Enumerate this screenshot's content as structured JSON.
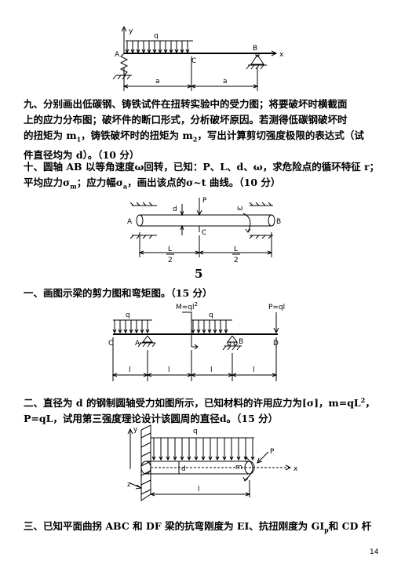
{
  "fig1": {
    "y": "y",
    "q": "q",
    "A": "A",
    "C": "C",
    "B": "B",
    "x": "x",
    "a1": "a",
    "a2": "a"
  },
  "q9": {
    "l1": "九、分别画出低碳钢、铸铁试件在扭转实验中的受力图；将要破坏时横截面",
    "l2": "上的应力分布图；破坏件的断口形式，分析破坏原因。若测得低碳钢破坏时",
    "l3a": "的扭矩为 m",
    "l3b": "1",
    "l3c": "，铸铁破坏时的扭矩为 m",
    "l3d": "2",
    "l3e": "，写出计算剪切强度极限的表达式（试",
    "l4": "件直径均为 d）。（10 分）"
  },
  "q10": {
    "l1": "十、圆轴 AB 以等角速度ω回转，已知：P、L、d、ω，求危险点的循环特征 r；",
    "l2a": "平均应力σ",
    "l2b": "m",
    "l2c": "；应力幅σ",
    "l2d": "a",
    "l2e": "，画出该点的σ~t 曲线。（10 分）"
  },
  "fig2": {
    "d": "d",
    "P": "P",
    "w": "ω",
    "A": "A",
    "C": "C",
    "B": "B",
    "L1": "L",
    "two1": "2",
    "L2": "L",
    "two2": "2"
  },
  "section_number": "5",
  "s1": "一、画图示梁的剪力图和弯矩图。（15 分）",
  "fig3": {
    "M": "M=ql",
    "Mexp": "2",
    "P": "P=ql",
    "q1": "q",
    "q2": "q",
    "C": "C",
    "A": "A",
    "B": "B",
    "D": "D",
    "l1": "l",
    "l2": "l",
    "l3": "l",
    "l4": "l"
  },
  "s2": {
    "l1a": "二、直径为 d 的钢制圆轴受力如图所示，已知材料的许用应力为[σ]，m=qL",
    "l1b": "2",
    "l1c": "，",
    "l2": "P=qL，试用第三强度理论设计该圆周的直径d。（15 分）"
  },
  "fig4": {
    "y": "y",
    "q": "q",
    "d": "d",
    "m": "m",
    "P": "P",
    "x": "x",
    "z": "z",
    "l": "l"
  },
  "s3": {
    "a": "三、已知平面曲拐 ABC 和 DF 梁的抗弯刚度为 EI、抗扭刚度为 GI",
    "b": "p",
    "c": "和 CD 杆"
  },
  "page_number": "14"
}
